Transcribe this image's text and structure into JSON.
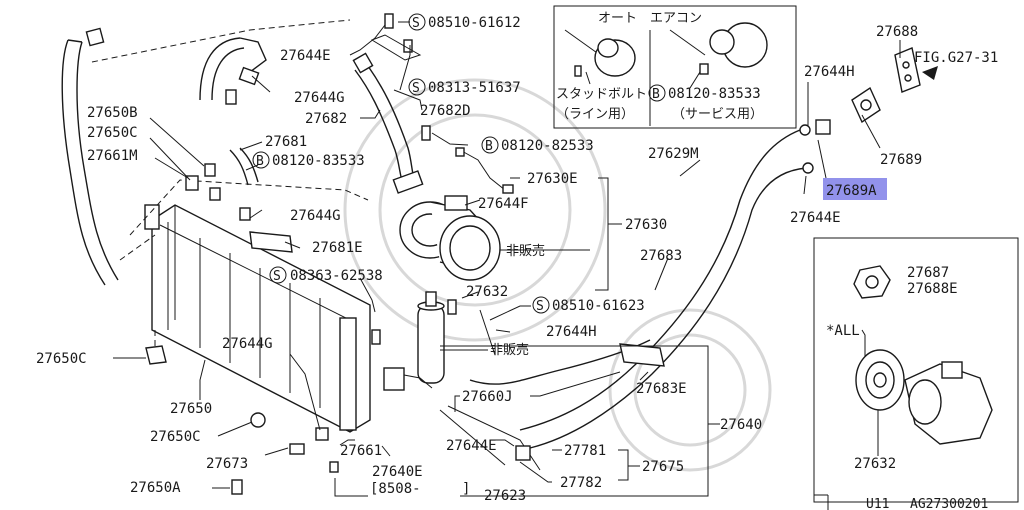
{
  "diagram": {
    "page_code": "U11",
    "figure_code": "AG27300201",
    "fig_ref": "FIG.G27-31",
    "highlighted_part": "27689A",
    "part_labels": {
      "p27644E_top": "27644E",
      "p27644G_top": "27644G",
      "p27682D": "27682D",
      "p27682": "27682",
      "p27650B": "27650B",
      "p27650C_top": "27650C",
      "p27681": "27681",
      "p27661M": "27661M",
      "p27644G_mid": "27644G",
      "p27681E": "27681E",
      "p27630E": "27630E",
      "p27644F": "27644F",
      "p27630": "27630",
      "p27629M": "27629M",
      "p27683": "27683",
      "p27632_main": "27632",
      "p27644H_mid": "27644H",
      "p27660J": "27660J",
      "p27683E": "27683E",
      "p27640": "27640",
      "p27650C_left": "27650C",
      "p27644G_low": "27644G",
      "p27650": "27650",
      "p27650C_low": "27650C",
      "p27673": "27673",
      "p27661": "27661",
      "p27640E": "27640E",
      "p27644E_low": "27644E",
      "p27781": "27781",
      "p27782": "27782",
      "p27675": "27675",
      "p27650A": "27650A",
      "p27623": "27623",
      "p27688": "27688",
      "p27644H_right": "27644H",
      "p27689": "27689",
      "p27689A": "27689A",
      "p27644E_right": "27644E",
      "p27687": "27687",
      "p27688E": "27688E",
      "p27632_inset": "27632"
    },
    "bolt_labels": {
      "s08510_61612": "08510-61612",
      "s08313_51637": "08313-51637",
      "b08120_82533": "08120-82533",
      "b08120_83533_main": "08120-83533",
      "s08363_62538": "08363-62538",
      "s08510_61623": "08510-61623",
      "b08120_83533_inset": "08120-83533",
      "bracket_8508": "[8508-",
      "bracket_close": "]"
    },
    "circle_marks": {
      "s": "S",
      "b": "B"
    },
    "japanese": {
      "auto_aircon": "オート　エアコン",
      "stud_bolt": "スタッドボルト",
      "line_use": "（ライン用）",
      "service_use": "（サービス用）",
      "not_sold_1": "非販売",
      "not_sold_2": "非販売"
    },
    "inset_all": "*ALL"
  }
}
